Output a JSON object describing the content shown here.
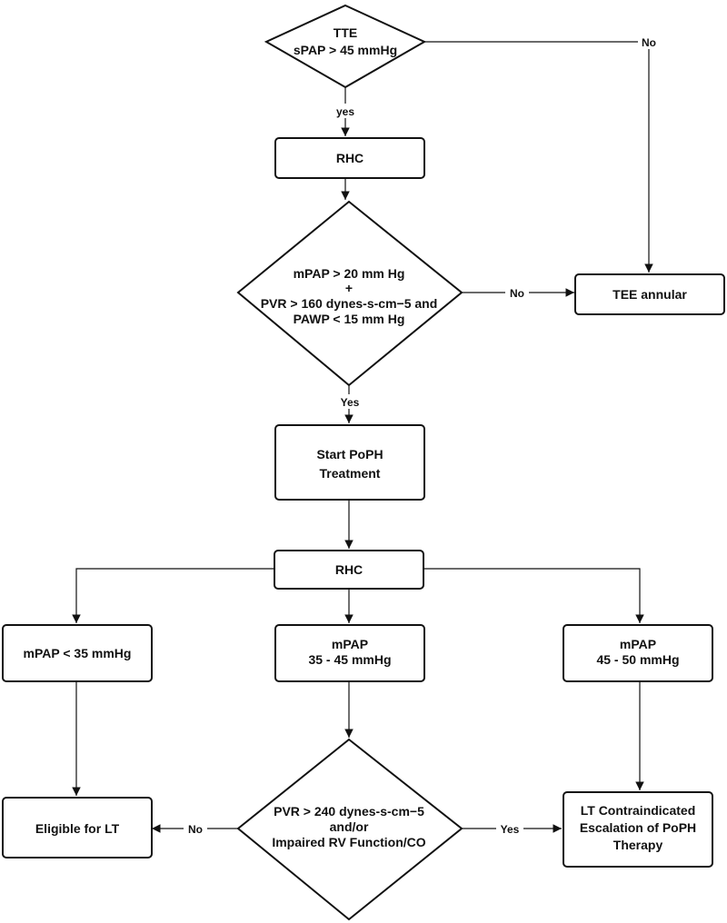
{
  "nodes": {
    "tte": {
      "lines": [
        "TTE",
        "sPAP > 45 mmHg"
      ]
    },
    "rhc1": {
      "lines": [
        "RHC"
      ]
    },
    "criteria": {
      "lines": [
        "mPAP > 20 mm Hg",
        "+",
        "PVR > 160 dynes-s-cm−5 and",
        "PAWP < 15 mm Hg"
      ]
    },
    "tee": {
      "lines": [
        "TEE annular"
      ]
    },
    "start": {
      "lines": [
        "Start PoPH",
        "Treatment"
      ]
    },
    "rhc2": {
      "lines": [
        "RHC"
      ]
    },
    "low": {
      "lines": [
        "mPAP < 35 mmHg"
      ]
    },
    "mid": {
      "lines": [
        "mPAP",
        "35 - 45 mmHg"
      ]
    },
    "high": {
      "lines": [
        "mPAP",
        "45 - 50 mmHg"
      ]
    },
    "pvr": {
      "lines": [
        "PVR > 240 dynes-s-cm−5",
        "and/or",
        "Impaired RV Function/CO"
      ]
    },
    "eligible": {
      "lines": [
        "Eligible for LT"
      ]
    },
    "contra": {
      "lines": [
        "LT Contraindicated",
        "Escalation of PoPH",
        "Therapy"
      ]
    }
  },
  "edge_labels": {
    "tte_yes": "yes",
    "tte_no": "No",
    "criteria_no": "No",
    "criteria_yes": "Yes",
    "pvr_no": "No",
    "pvr_yes": "Yes"
  }
}
